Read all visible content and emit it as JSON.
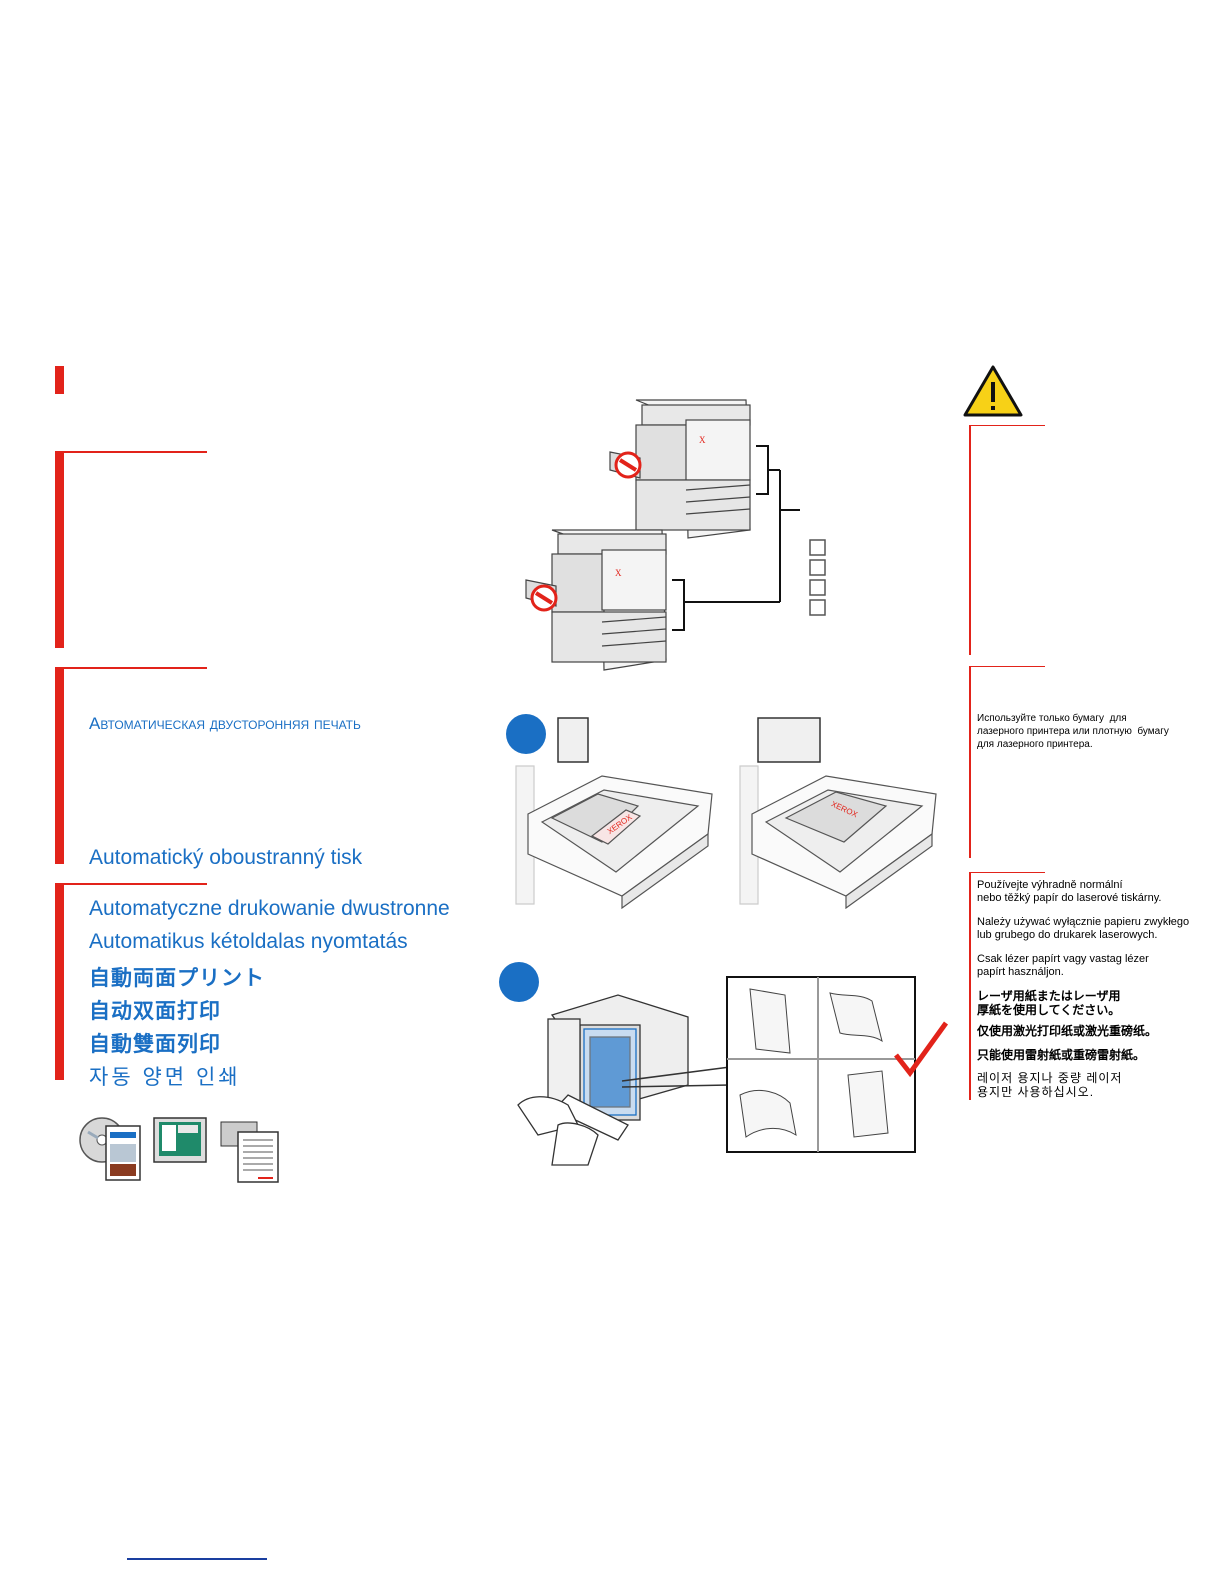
{
  "titles": {
    "russian": "Автоматическая двусторонняя печать",
    "czech": "Automatický oboustranný tisk",
    "polish": "Automatyczne drukowanie dwustronne",
    "hungarian": "Automatikus kétoldalas nyomtatás",
    "japanese": "自動両面プリント",
    "chinese_simplified": "自动双面打印",
    "chinese_traditional": "自動雙面列印",
    "korean": "자동 양면 인쇄"
  },
  "notes": {
    "russian": "Используйте только бумагу  для\nлазерного принтера или плотную  бумагу\nдля лазерного принтера.",
    "czech": "Používejte výhradně normální\nnebo těžký papír do laserové tiskárny.",
    "polish": "Należy używać wyłącznie papieru zwykłego\nlub grubego do drukarek laserowych.",
    "hungarian": "Csak lézer papírt vagy vastag lézer\npapírt használjon.",
    "japanese": "レーザ用紙またはレーザ用\n厚紙を使用してください。",
    "chinese_simplified": "仅使用激光打印纸或激光重磅纸。",
    "chinese_traditional": "只能使用雷射紙或重磅雷射紙。",
    "korean": "레이저 용지나 중량 레이저\n용지만 사용하십시오."
  },
  "printer_logo": "X",
  "tray_paper_label": "XEROX",
  "colors": {
    "accent_red": "#e2231a",
    "title_blue": "#1a6fc4",
    "caution_yellow": "#f7d117"
  },
  "icons": [
    "warning-icon",
    "no-entry-icon",
    "checkmark-icon",
    "cd-icon",
    "monitor-icon",
    "document-icon"
  ]
}
